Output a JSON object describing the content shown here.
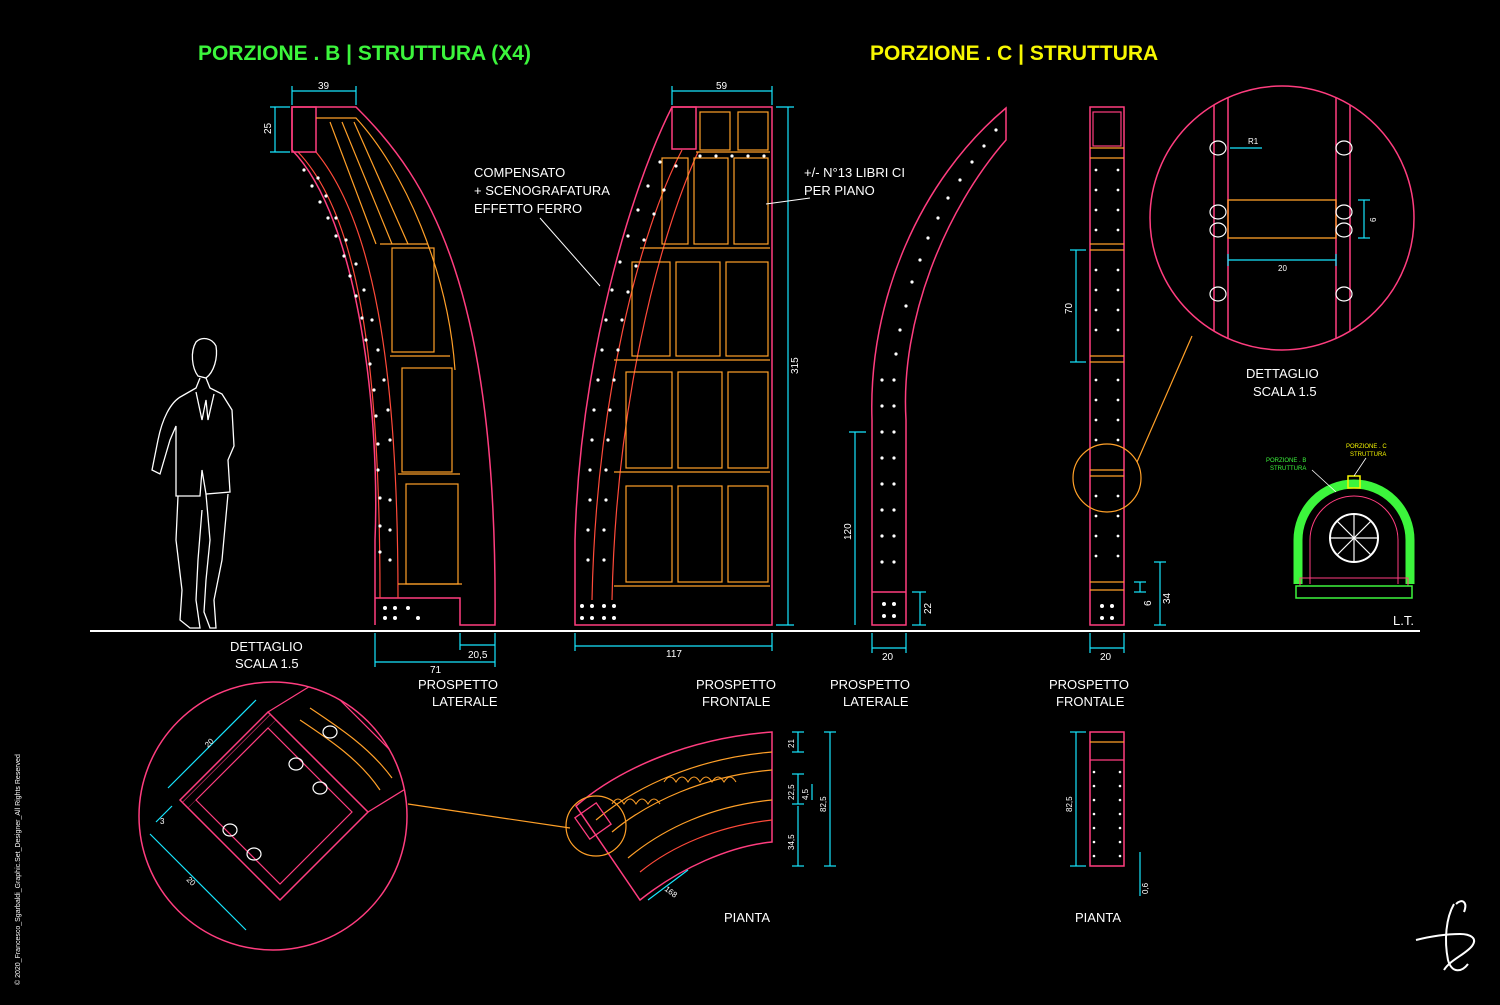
{
  "titles": {
    "b": "PORZIONE . B | STRUTTURA (X4)",
    "c": "PORZIONE . C | STRUTTURA"
  },
  "notes": {
    "compensato_1": "COMPENSATO",
    "compensato_2": "+ SCENOGRAFATURA",
    "compensato_3": "EFFETTO FERRO",
    "libri_1": "+/- N°13 LIBRI CI",
    "libri_2": "PER PIANO"
  },
  "views": {
    "b_lateral_1": "PROSPETTO",
    "b_lateral_2": "LATERALE",
    "b_frontal_1": "PROSPETTO",
    "b_frontal_2": "FRONTALE",
    "c_lateral_1": "PROSPETTO",
    "c_lateral_2": "LATERALE",
    "c_frontal_1": "PROSPETTO",
    "c_frontal_2": "FRONTALE",
    "pianta_b": "PIANTA",
    "pianta_c": "PIANTA"
  },
  "details": {
    "top_1": "DETTAGLIO",
    "top_2": "SCALA 1.5",
    "left_1": "DETTAGLIO",
    "left_2": "SCALA 1.5"
  },
  "dimensions": {
    "b_width_top": "39",
    "b_height_top": "25",
    "b_base_total": "71",
    "b_base_right": "20,5",
    "b_front_top": "59",
    "b_front_height": "315",
    "b_front_base": "117",
    "c_lat_height": "120",
    "c_lat_base": "20",
    "c_lat_22": "22",
    "c_front_70": "70",
    "c_front_6": "6",
    "c_front_34": "34",
    "c_front_base": "20",
    "detail_r1": "R1",
    "detail_20": "20",
    "detail_6": "6",
    "plan_21": "21",
    "plan_22_5": "22,5",
    "plan_4_5": "4,5",
    "plan_82_5": "82,5",
    "plan_34_5": "34,5",
    "plan_168": "168",
    "c_plan_82_5": "82,5",
    "c_plan_0_6": "0,6",
    "det_left_20a": "20",
    "det_left_20b": "20",
    "det_left_3": "3"
  },
  "minimap": {
    "b_1": "PORZIONE . B",
    "b_2": "STRUTTURA",
    "c_1": "PORZIONE . C",
    "c_2": "STRUTTURA"
  },
  "ground_label": "L.T.",
  "copyright": "© 2020_Francesco_Sgarbaldi_Graphic.Set_Designer_All Rights Reserved",
  "colors": {
    "background": "#000000",
    "title_b": "#3cf53c",
    "title_c": "#f7f700",
    "outline_pink": "#ff3d7f",
    "outline_red": "#ff4a3a",
    "shelf_orange": "#ffa028",
    "dimension_cyan": "#16e6ff",
    "white": "#ffffff",
    "green": "#3cf53c"
  }
}
